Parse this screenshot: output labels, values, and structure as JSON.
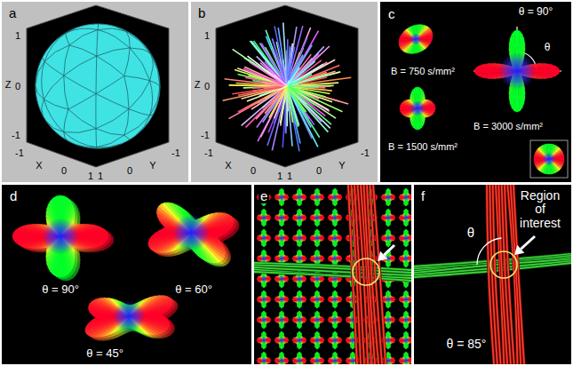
{
  "diagram": {
    "nodes": [
      {
        "text": [
          "a"
        ]
      },
      {
        "text": [
          "b"
        ]
      },
      {
        "text": [
          "c"
        ]
      },
      {
        "text": [
          "d"
        ]
      },
      {
        "text": [
          "e"
        ]
      },
      {
        "text": [
          "f"
        ]
      }
    ],
    "labels": [
      "Z",
      "1",
      "0",
      "-1",
      "-1",
      "X",
      "0",
      "1",
      "1",
      "0",
      "Y",
      "-1",
      "Z",
      "1",
      "0",
      "-1",
      "-1",
      "X",
      "0",
      "1",
      "1",
      "0",
      "Y",
      "-1",
      "B = 750 s/mm²",
      "B = 1500 s/mm²",
      "θ = 90°",
      "θ",
      "B = 3000 s/mm²",
      "θ = 90°",
      "θ = 60°",
      "θ = 45°",
      "Region of interest",
      "θ",
      "θ = 85°"
    ]
  }
}
